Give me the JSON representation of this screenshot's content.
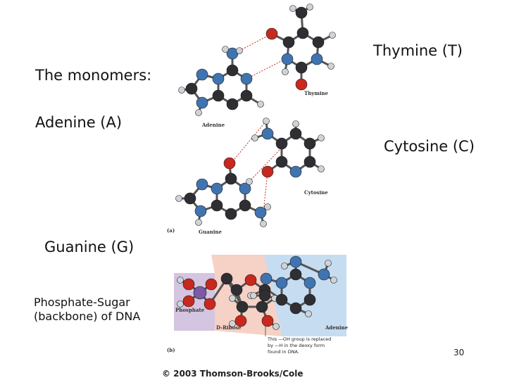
{
  "slide": {
    "heading": "The monomers:",
    "adenine_label": "Adenine (A)",
    "guanine_label": "Guanine (G)",
    "thymine_label": "Thymine (T)",
    "cytosine_label": "Cytosine (C)",
    "backbone_label": "Phosphate-Sugar (backbone) of DNA",
    "slide_number": "30",
    "copyright": "© 2003 Thomson-Brooks/Cole"
  },
  "figure": {
    "panel_a": "(a)",
    "panel_b": "(b)",
    "thymine": "Thymine",
    "adenine_a": "Adenine",
    "cytosine": "Cytosine",
    "guanine": "Guanine",
    "phosphate": "Phosphate",
    "d_ribose": "D-Ribose",
    "adenine_b": "Adenine",
    "note_line1": "This —OH group is replaced",
    "note_line2": "by —H in the deoxy form",
    "note_line3": "found in DNA."
  },
  "colors": {
    "carbon": "#2e2e33",
    "nitrogen": "#3f74b0",
    "oxygen": "#c8281e",
    "hydrogen": "#cfd3d8",
    "phosphorus": "#7b5aa6",
    "phosphate_bg": "#c9b6d8",
    "ribose_bg": "#f4c9bc",
    "base_bg": "#bcd6ee"
  }
}
